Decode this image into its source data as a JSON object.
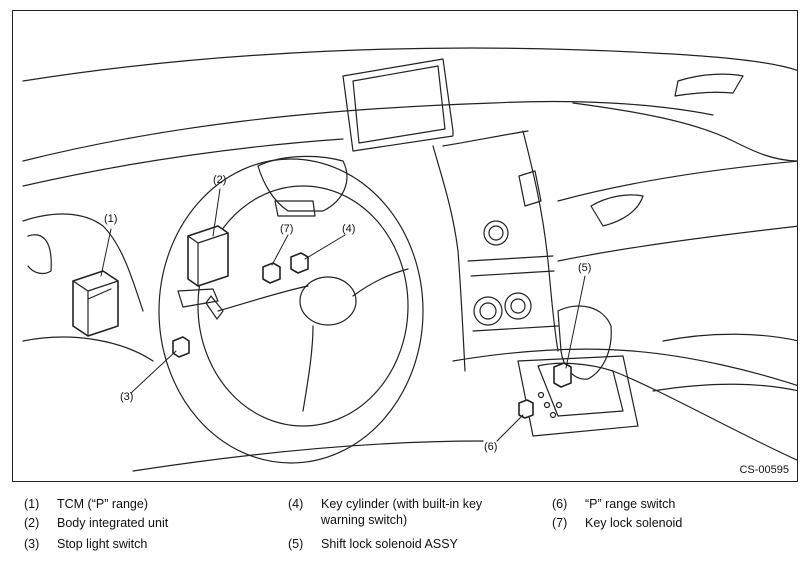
{
  "figure": {
    "figure_id": "CS-00595",
    "callouts": [
      "(1)",
      "(2)",
      "(3)",
      "(4)",
      "(5)",
      "(6)",
      "(7)"
    ]
  },
  "legend": [
    {
      "num": "(1)",
      "lines": [
        "TCM (“P” range)"
      ]
    },
    {
      "num": "(2)",
      "lines": [
        "Body integrated unit"
      ]
    },
    {
      "num": "(3)",
      "lines": [
        "Stop light switch"
      ]
    },
    {
      "num": "(4)",
      "lines": [
        "Key cylinder (with built-in key",
        "warning switch)"
      ]
    },
    {
      "num": "(5)",
      "lines": [
        "Shift lock solenoid ASSY"
      ]
    },
    {
      "num": "(6)",
      "lines": [
        "“P” range switch"
      ]
    },
    {
      "num": "(7)",
      "lines": [
        "Key lock solenoid"
      ]
    }
  ]
}
